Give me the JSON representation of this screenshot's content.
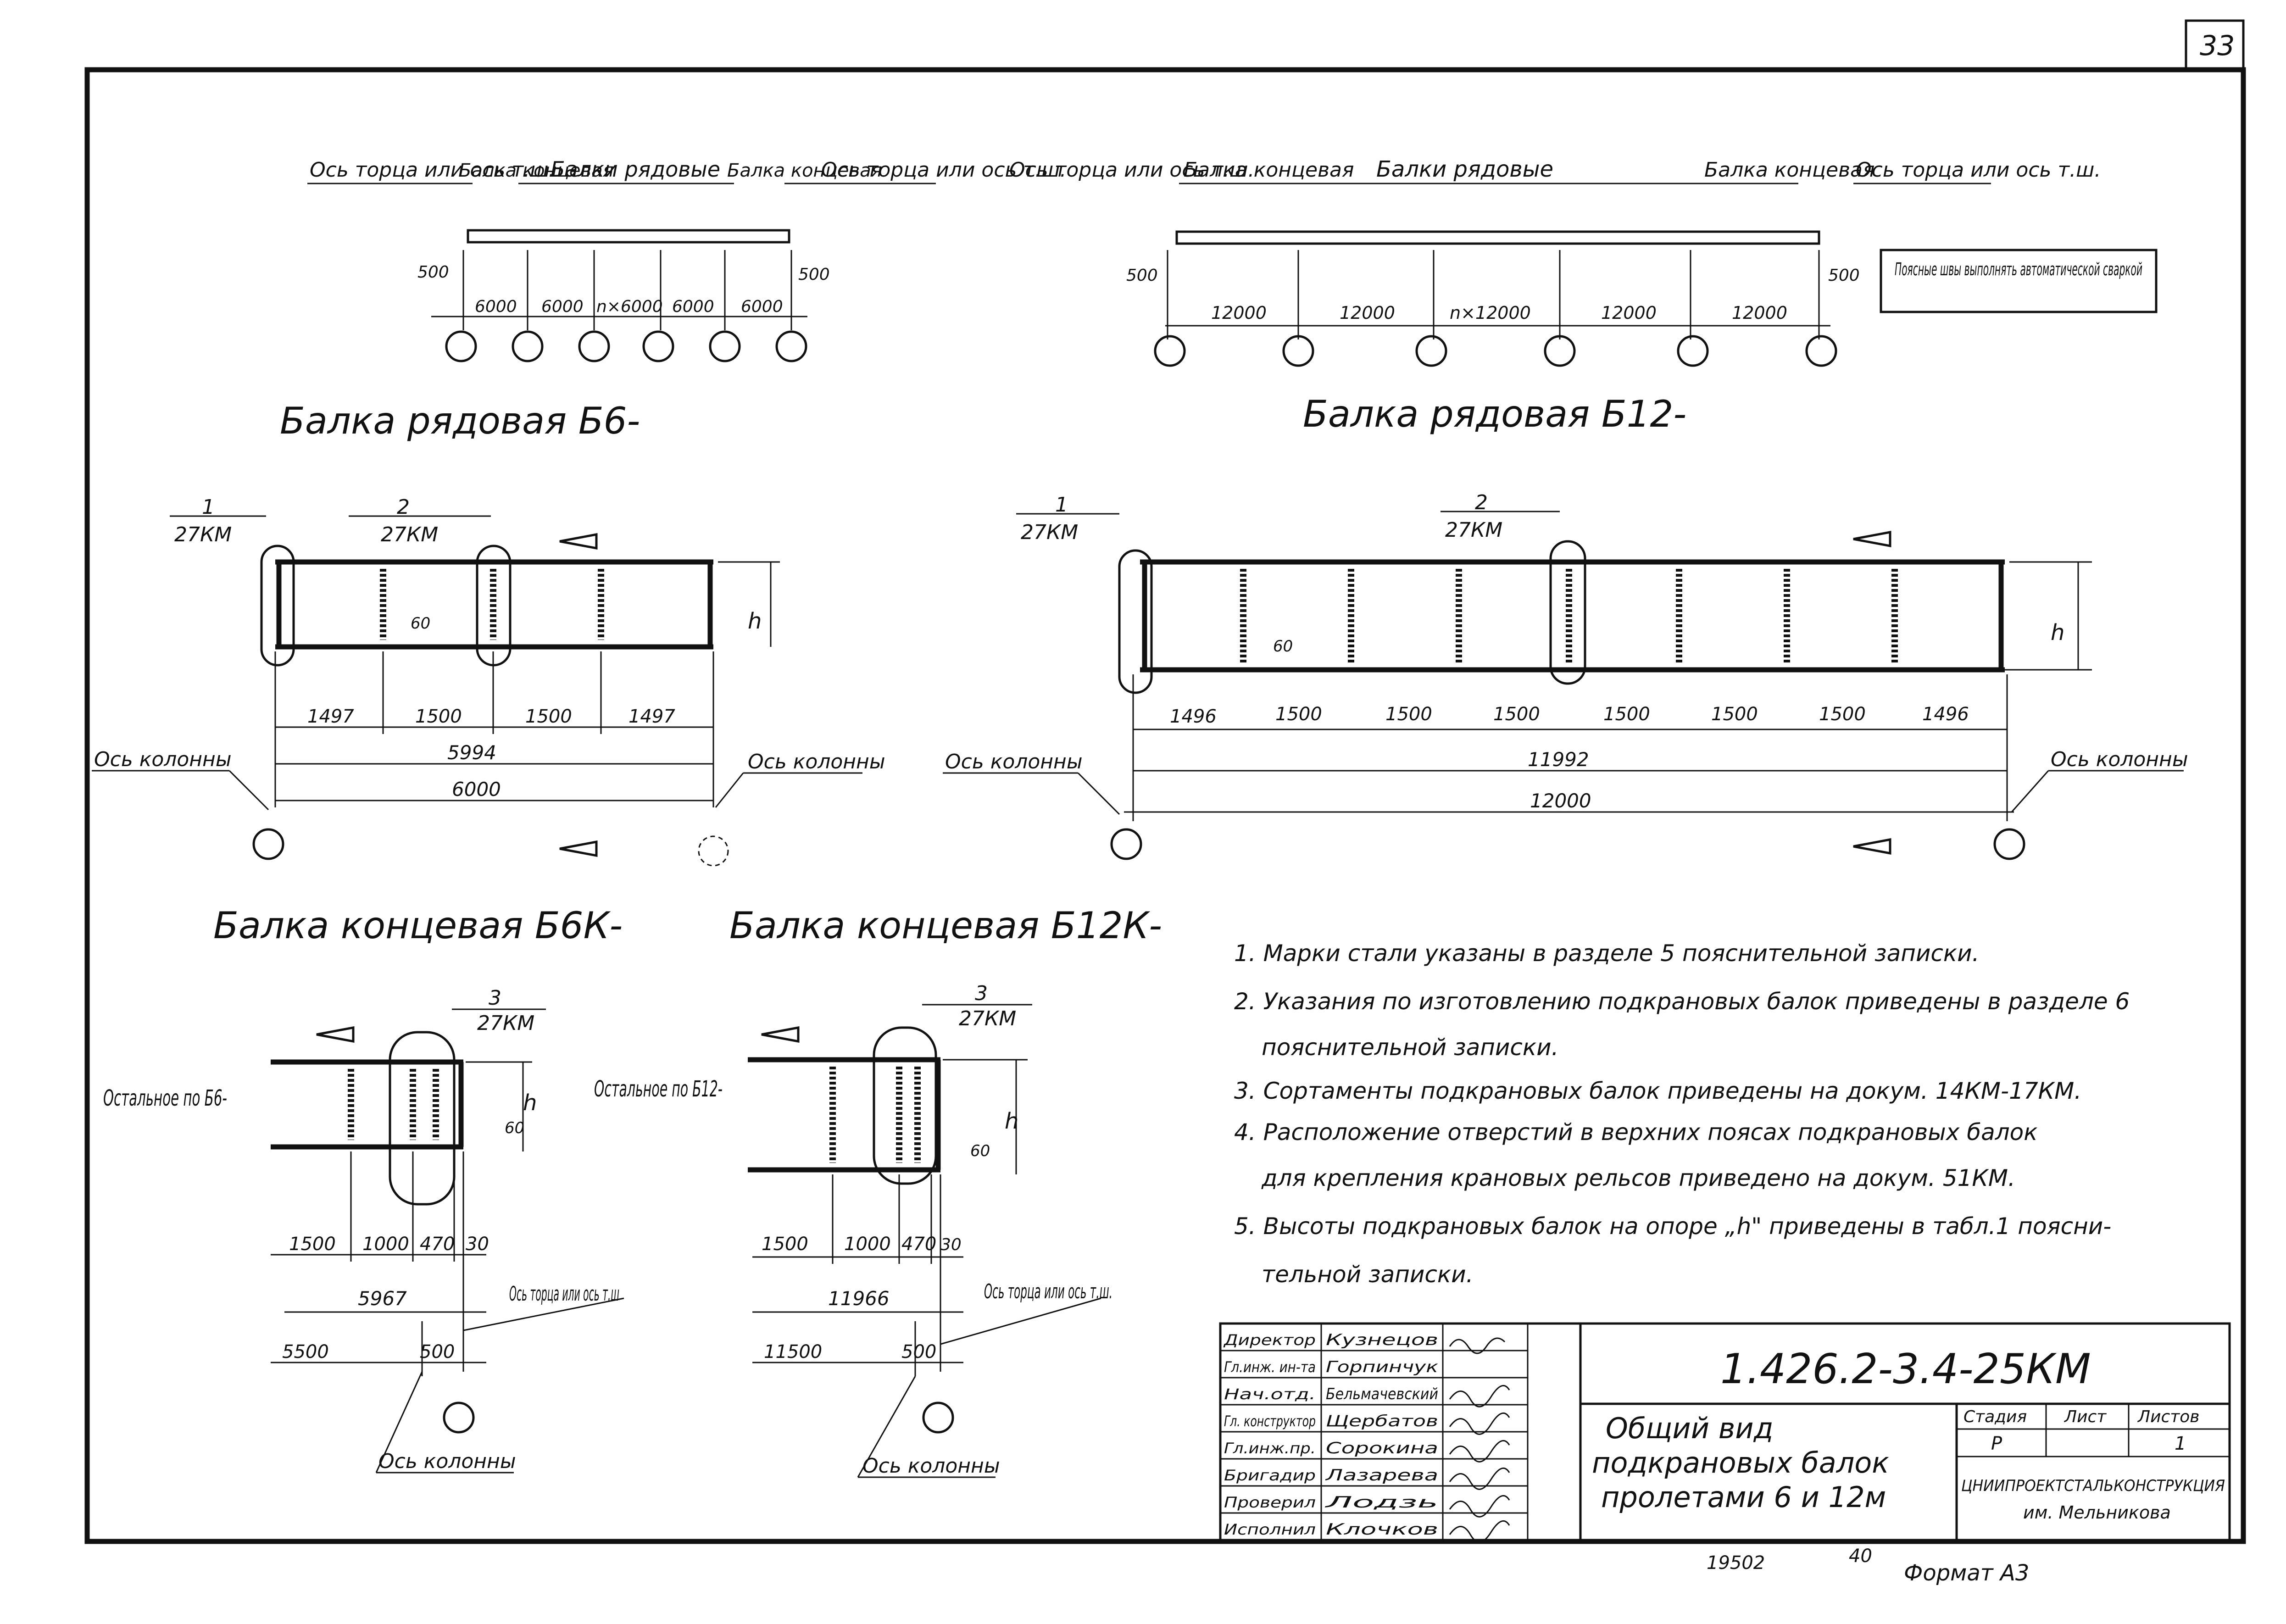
{
  "sheet_number": "33",
  "plans": {
    "b6": {
      "axis_end_left": "Ось торца или ось т.ш.",
      "end_beam_left": "Балка концевая",
      "row_beams": "Балки рядовые",
      "end_beam_right": "Балка концевая",
      "axis_end_right": "Ось торца или ось т.ш.",
      "dim_500_left": "500",
      "dim_500_right": "500",
      "spans": [
        "6000",
        "6000",
        "n×6000",
        "6000",
        "6000"
      ]
    },
    "b12": {
      "axis_end_left": "Ось торца или ось т.ш.",
      "end_beam_left": "Балка концевая",
      "row_beams": "Балки рядовые",
      "end_beam_right": "Балка концевая",
      "axis_end_right": "Ось торца или ось т.ш.",
      "dim_500_left": "500",
      "dim_500_right": "500",
      "spans": [
        "12000",
        "12000",
        "n×12000",
        "12000",
        "12000"
      ]
    }
  },
  "weld_note": "Поясные швы выполнять автоматической сваркой",
  "b6_row": {
    "title": "Балка рядовая Б6-",
    "callout1_num": "1",
    "callout1_ref": "27КМ",
    "callout2_num": "2",
    "callout2_ref": "27КМ",
    "dim_60": "60",
    "dim_h": "h",
    "bays": [
      "1497",
      "1500",
      "1500",
      "1497"
    ],
    "total": "5994",
    "axis_span": "6000",
    "axis_left": "Ось колонны",
    "axis_right": "Ось колонны"
  },
  "b12_row": {
    "title": "Балка рядовая Б12-",
    "callout1_num": "1",
    "callout1_ref": "27КМ",
    "callout2_num": "2",
    "callout2_ref": "27КМ",
    "dim_60": "60",
    "dim_h": "h",
    "bays": [
      "1496",
      "1500",
      "1500",
      "1500",
      "1500",
      "1500",
      "1500",
      "1496"
    ],
    "total": "11992",
    "axis_span": "12000",
    "axis_left": "Ось колонны",
    "axis_right": "Ось колонны"
  },
  "b6_end": {
    "title": "Балка концевая Б6К-",
    "side_note": "Остальное по Б6-",
    "callout_num": "3",
    "callout_ref": "27КМ",
    "dim_60": "60",
    "dim_h": "h",
    "bays": [
      "1500",
      "1000",
      "470",
      "30"
    ],
    "total": "5967",
    "axis_dist": "5500",
    "dim_500": "500",
    "axis_end": "Ось торца или ось т.ш",
    "axis_col": "Ось колонны"
  },
  "b12_end": {
    "title": "Балка концевая Б12К-",
    "side_note": "Остальное по Б12-",
    "callout_num": "3",
    "callout_ref": "27КМ",
    "dim_60": "60",
    "dim_h": "h",
    "bays": [
      "1500",
      "1000",
      "470",
      "30"
    ],
    "total": "11966",
    "axis_dist": "11500",
    "dim_500": "500",
    "axis_end": "Ось торца или ось т.ш.",
    "axis_col": "Ось колонны"
  },
  "notes": [
    "1. Марки стали указаны в разделе 5 пояснительной записки.",
    "2. Указания по изготовлению подкрановых балок приведены в разделе 6",
    "пояснительной записки.",
    "3. Сортаменты подкрановых балок приведены на докум. 14КМ-17КМ.",
    "4. Расположение отверстий в верхних поясах подкрановых балок",
    "для крепления крановых рельсов приведено на докум. 51КМ.",
    "5. Высоты подкрановых балок на опоре „h\" приведены в табл.1 поясни-",
    "тельной записки."
  ],
  "title_block": {
    "code": "1.426.2-3.4-25КМ",
    "title_lines": [
      "Общий вид",
      "подкрановых балок",
      "пролетами 6 и 12м"
    ],
    "stage_label": "Стадия",
    "sheet_label": "Лист",
    "sheets_label": "Листов",
    "stage": "Р",
    "sheet": "",
    "sheets": "1",
    "org_line1": "ЦНИИПРОЕКТСТАЛЬКОНСТРУКЦИЯ",
    "org_line2": "им. Мельникова",
    "staff": [
      {
        "role": "Директор",
        "name": "Кузнецов"
      },
      {
        "role": "Гл.инж. ин-та",
        "name": "Горпинчук"
      },
      {
        "role": "Нач.отд.",
        "name": "Бельмачевский"
      },
      {
        "role": "Гл. конструктор",
        "name": "Щербатов"
      },
      {
        "role": "Гл.инж.пр.",
        "name": "Сорокина"
      },
      {
        "role": "Бригадир",
        "name": "Лазарева"
      },
      {
        "role": "Проверил",
        "name": "Лодзь"
      },
      {
        "role": "Исполнил",
        "name": "Клочков"
      }
    ]
  },
  "footer": {
    "num_left": "19502",
    "num_mid": "40",
    "format": "Формат А3"
  }
}
